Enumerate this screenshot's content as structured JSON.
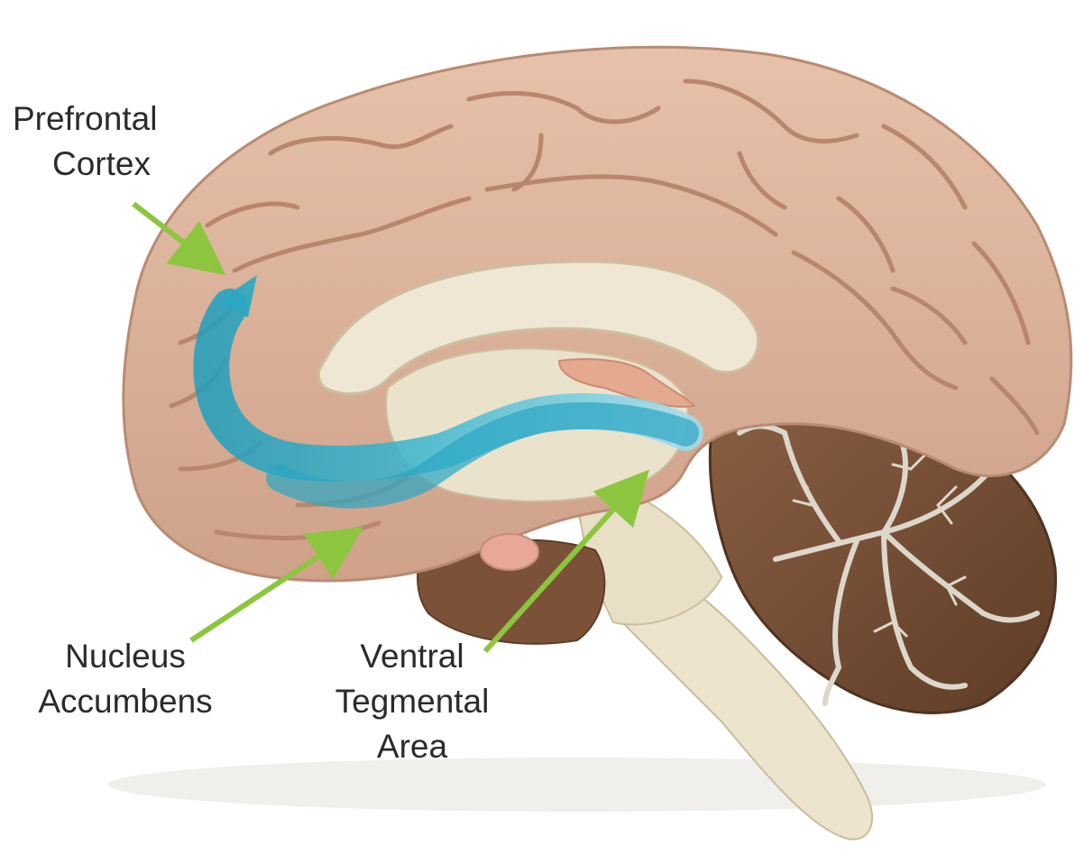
{
  "labels": {
    "prefrontal_cortex": [
      "Prefrontal",
      "Cortex"
    ],
    "nucleus_accumbens": [
      "Nucleus",
      "Accumbens"
    ],
    "ventral_tegmental_area": [
      "Ventral",
      "Tegmental",
      "Area"
    ]
  },
  "colors": {
    "cortex": "#ddb29a",
    "cortex_shadow": "#b98b73",
    "white_matter": "#efe8d6",
    "cerebellum": "#7a5238",
    "cerebellum_tree": "#d8d2c8",
    "pathway": "#2aa7c3",
    "arrow": "#8cc63f",
    "background": "#ffffff"
  }
}
